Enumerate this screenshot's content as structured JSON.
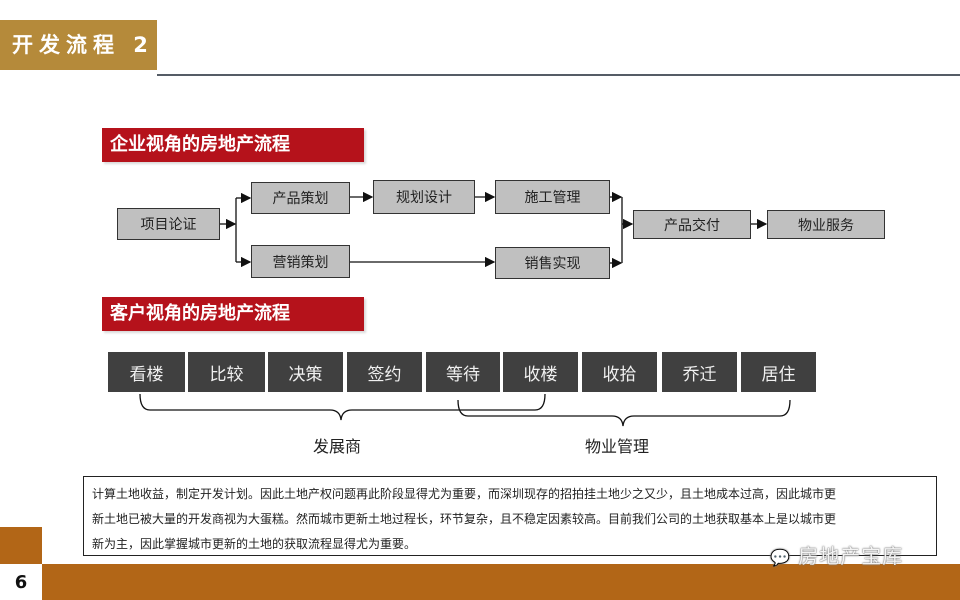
{
  "header": {
    "title": "开发流程 2"
  },
  "enterprise_section": {
    "title": "企业视角的房地产流程",
    "steps": {
      "project_demo": "项目论证",
      "product_planning": "产品策划",
      "marketing_planning": "营销策划",
      "design": "规划设计",
      "construction": "施工管理",
      "sales": "销售实现",
      "delivery": "产品交付",
      "property_service": "物业服务"
    }
  },
  "customer_section": {
    "title": "客户视角的房地产流程",
    "steps": [
      "看楼",
      "比较",
      "决策",
      "签约",
      "等待",
      "收楼",
      "收拾",
      "乔迁",
      "居住"
    ],
    "brace_developer": "发展商",
    "brace_property": "物业管理"
  },
  "note": {
    "line1": "计算土地收益，制定开发计划。因此土地产权问题再此阶段显得尤为重要，而深圳现存的招拍挂土地少之又少，且土地成本过高，因此城市更",
    "line2": "新土地已被大量的开发商视为大蛋糕。然而城市更新土地过程长，环节复杂，且不稳定因素较高。目前我们公司的土地获取基本上是以城市更",
    "line3": "新为主，因此掌握城市更新的土地的获取流程显得尤为重要。"
  },
  "footer": {
    "page_number": "6",
    "watermark": "房地产宝库"
  },
  "colors": {
    "header_gold": "#B58A3A",
    "label_red": "#B5121B",
    "footer_brown": "#B26617",
    "box_gray": "#C0C0C0",
    "box_dark": "#404040"
  }
}
